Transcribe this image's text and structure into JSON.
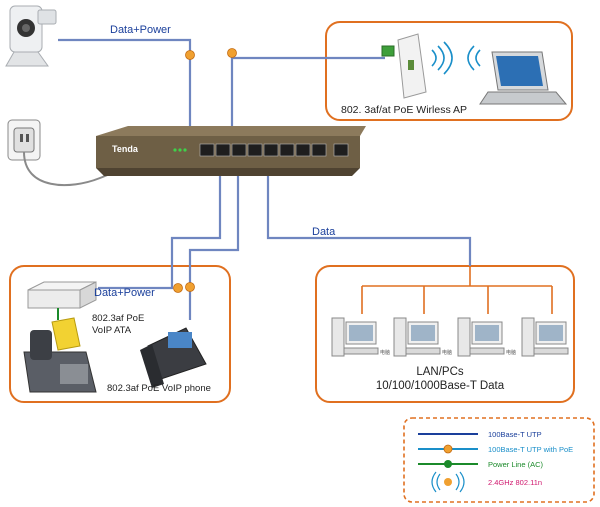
{
  "labels": {
    "top_data_power": "Data+Power",
    "ap": "802. 3af/at PoE Wirless AP",
    "data": "Data",
    "left_data_power": "Data+Power",
    "ata_line1": "802.3af PoE",
    "ata_line2": "VoIP ATA",
    "phone": "802.3af PoE VoIP phone",
    "lan_line1": "LAN/PCs",
    "lan_line2": "10/100/1000Base-T Data",
    "switch_brand": "Tenda",
    "pc_tag": "电脑"
  },
  "legend": {
    "items": [
      {
        "label": "100Base-T UTP",
        "color": "#1a3f9b"
      },
      {
        "label": "100Base-T UTP with PoE",
        "color": "#1a8fc9"
      },
      {
        "label": "Power Line (AC)",
        "color": "#1b8a2a"
      },
      {
        "label": "2.4GHz 802.11n",
        "color": "#d0186e"
      }
    ]
  },
  "colors": {
    "utp": "#6f86c0",
    "poe_marker": "#f0a030",
    "box_border": "#e07020",
    "legend_border": "#e07020",
    "power_line": "#1b8a2a"
  }
}
